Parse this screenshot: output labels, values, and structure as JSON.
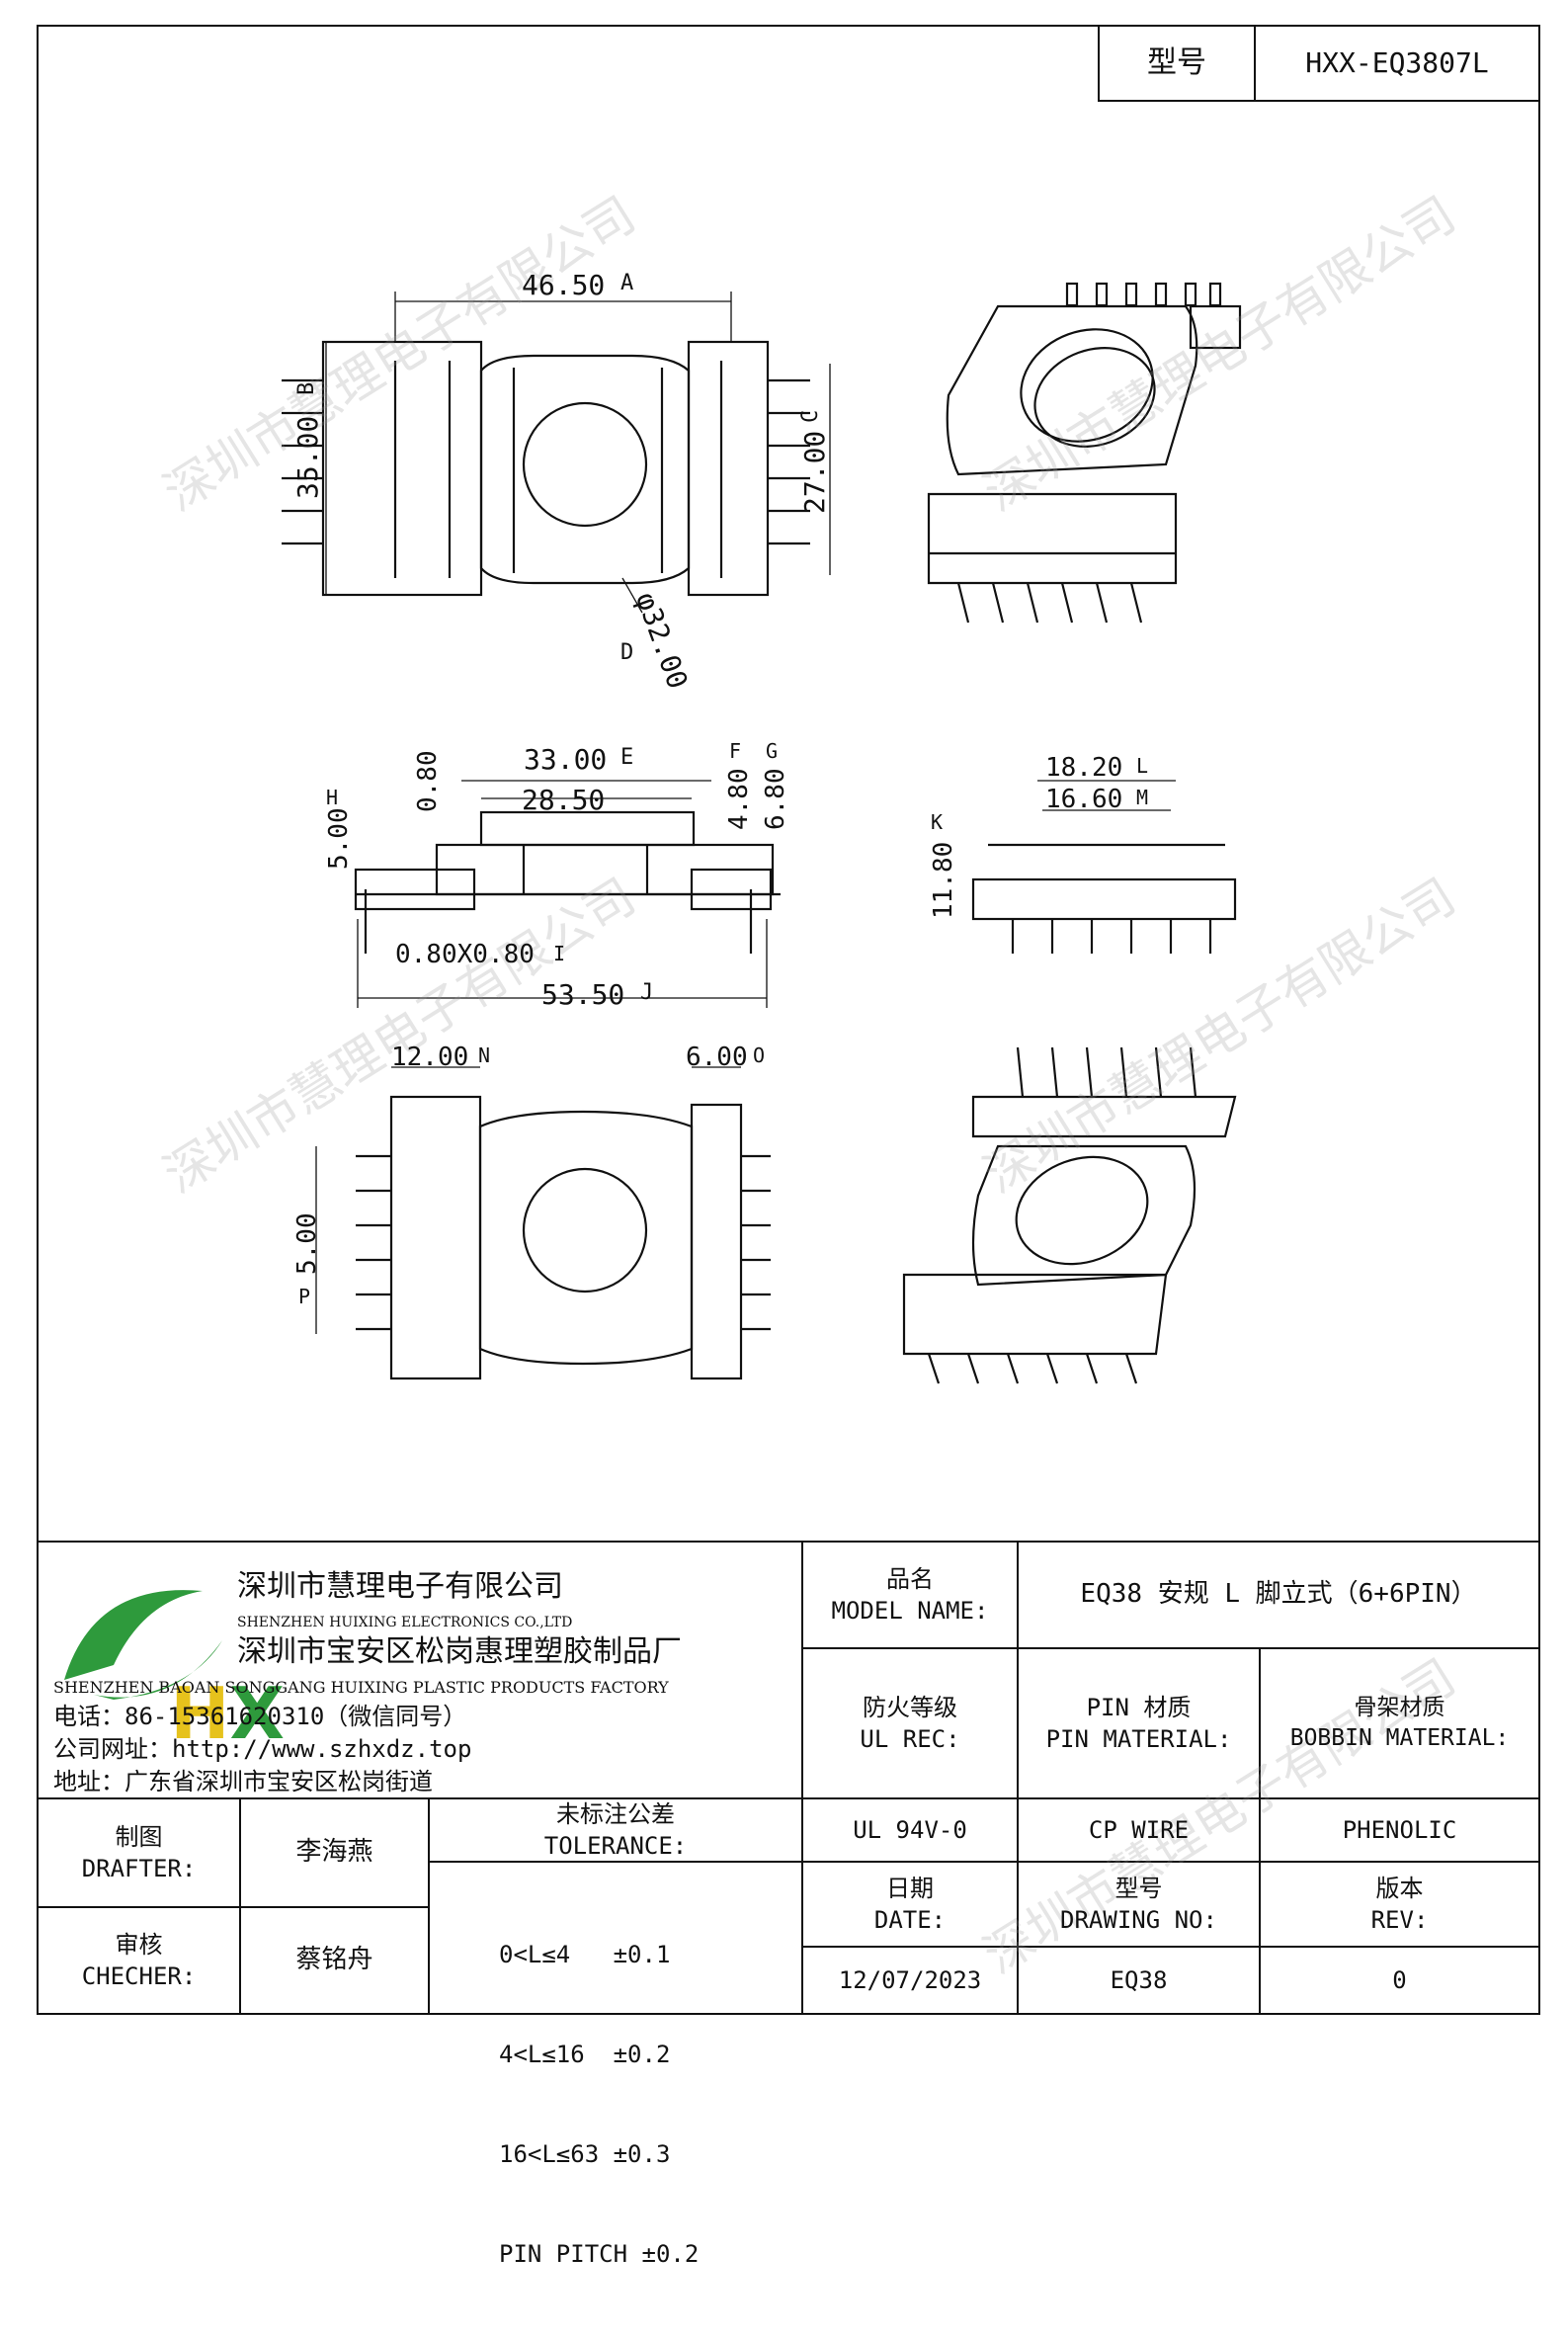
{
  "title_block": {
    "model_label": "型号",
    "model_value": "HXX-EQ3807L"
  },
  "dimensions": {
    "A": "46.50",
    "A_tag": "A",
    "B": "35.00",
    "B_tag": "B",
    "C": "27.00",
    "C_tag": "C",
    "D": "φ32.00",
    "D_tag": "D",
    "E": "33.00",
    "E_tag": "E",
    "F": "4.80",
    "F_tag": "F",
    "G": "6.80",
    "G_tag": "G",
    "H": "5.00",
    "H_tag": "H",
    "I": "0.80X0.80",
    "I_tag": "I",
    "J": "53.50",
    "J_tag": "J",
    "K": "11.80",
    "K_tag": "K",
    "L": "18.20",
    "L_tag": "L",
    "M": "16.60",
    "M_tag": "M",
    "N": "12.00",
    "N_tag": "N",
    "O": "6.00",
    "O_tag": "O",
    "P": "5.00",
    "P_tag": "P",
    "inner_width": "28.50",
    "flange_thickness": "0.80"
  },
  "company": {
    "logo_text": "HX",
    "name_cn": "深圳市慧理电子有限公司",
    "name_en": "SHENZHEN HUIXING ELECTRONICS CO.,LTD",
    "factory_cn": "深圳市宝安区松岗惠理塑胶制品厂",
    "factory_en": "SHENZHEN BAOAN SONGGANG HUIXING PLASTIC PRODUCTS FACTORY",
    "phone": "电话：86-15361620310（微信同号）",
    "website": "公司网址：http://www.szhxdz.top",
    "address": "地址：广东省深圳市宝安区松岗街道"
  },
  "fields": {
    "model_name_cn": "品名",
    "model_name_en": "MODEL NAME:",
    "model_name_value": "EQ38 安规 L 脚立式（6+6PIN）",
    "ul_rec_cn": "防火等级",
    "ul_rec_en": "UL REC:",
    "pin_material_cn": "PIN 材质",
    "pin_material_en": "PIN MATERIAL:",
    "bobbin_material_cn": "骨架材质",
    "bobbin_material_en": "BOBBIN MATERIAL:",
    "ul_value": "UL 94V-0",
    "pin_value": "CP WIRE",
    "bobbin_value": "PHENOLIC",
    "drafter_cn": "制图",
    "drafter_en": "DRAFTER:",
    "drafter_name": "李海燕",
    "checker_cn": "审核",
    "checker_en": "CHECHER:",
    "checker_name": "蔡铭舟",
    "tolerance_cn": "未标注公差",
    "tolerance_en": "TOLERANCE:",
    "tolerance_lines": [
      "0<L≤4   ±0.1",
      "4<L≤16  ±0.2",
      "16<L≤63 ±0.3",
      "PIN PITCH ±0.2"
    ],
    "date_cn": "日期",
    "date_en": "DATE:",
    "drawing_no_cn": "型号",
    "drawing_no_en": "DRAWING NO:",
    "rev_cn": "版本",
    "rev_en": "REV:",
    "date_value": "12/07/2023",
    "drawing_no_value": "EQ38",
    "rev_value": "0"
  },
  "watermark": "深圳市慧理电子有限公司",
  "colors": {
    "logo_green": "#2e9a3c",
    "logo_yellow": "#e6c21c",
    "line": "#111111"
  }
}
